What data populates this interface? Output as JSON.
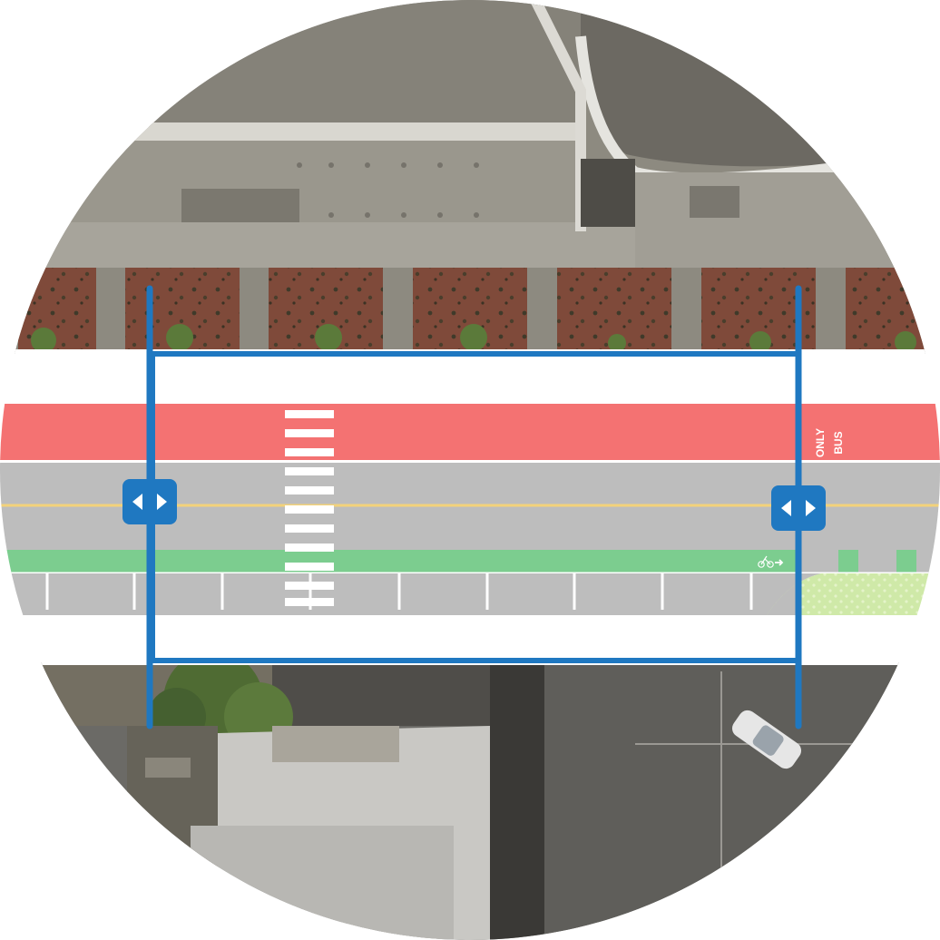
{
  "canvas": {
    "background": "#ffffff"
  },
  "aerial": {
    "ground_color": "#8d8a80",
    "sidewalk_color": "#a7a49b",
    "planter_soil_color": "#7f4a3a",
    "rooftop_color": "#c9c8c4",
    "vegetation_color": "#5b7a3a"
  },
  "street": {
    "bus_lane": {
      "color": "#f47272",
      "marking": [
        "ONLY",
        "BUS"
      ]
    },
    "travel_lanes": {
      "color": "#bdbdbd",
      "centerline_color": "#f3d27a"
    },
    "bike_lane": {
      "color": "#7ccd8f",
      "symbol": "bike-arrow-symbol"
    },
    "parking_lane": {
      "color": "#bdbdbd",
      "stall_count": 9
    },
    "curb_extension": {
      "color": "#cfe9a8"
    },
    "sidewalk_color": "#ffffff",
    "crosswalk": {
      "stripe_color": "#ffffff",
      "stripe_count": 11
    }
  },
  "selection": {
    "accent_color": "#1f78c1",
    "left_handle_icon": "resize-arrows-icon",
    "right_handle_icon": "resize-arrows-icon"
  }
}
